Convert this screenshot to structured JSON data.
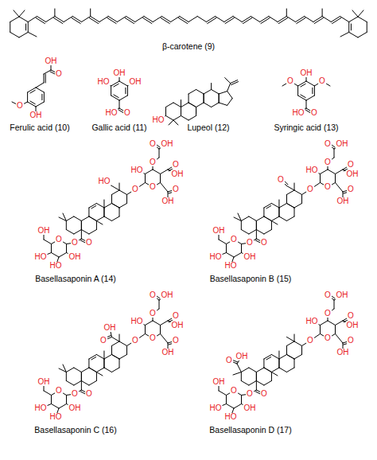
{
  "diagram": {
    "labels": [
      "β-carotene (9)",
      "OH",
      "O",
      "O",
      "OH",
      "Ferulic acid (10)",
      "HO",
      "OH",
      "OH",
      "HO",
      "O",
      "Gallic acid (11)",
      "HO",
      "Lupeol (12)",
      "O",
      "OH",
      "O",
      "HO",
      "O",
      "Syringic acid (13)",
      "O",
      "OH",
      "O",
      "HO",
      "O",
      "OH",
      "O",
      "O",
      "OH",
      "O",
      "HO",
      "O",
      "O",
      "O",
      "OH",
      "HO",
      "HO",
      "OH",
      "Basellasaponin A (14)",
      "O",
      "OH",
      "O",
      "HO",
      "O",
      "OH",
      "O",
      "O",
      "OH",
      "O",
      "O",
      "O",
      "O",
      "O",
      "OH",
      "HO",
      "HO",
      "OH",
      "Basellasaponin B (15)",
      "O",
      "OH",
      "O",
      "HO",
      "O",
      "OH",
      "O",
      "O",
      "OH",
      "O",
      "O",
      "OH",
      "O",
      "O",
      "O",
      "OH",
      "HO",
      "HO",
      "OH",
      "Basellasaponin C (16)",
      "O",
      "OH",
      "O",
      "HO",
      "O",
      "OH",
      "O",
      "O",
      "OH",
      "O",
      "O",
      "OH",
      "O",
      "O",
      "O",
      "OH",
      "HO",
      "HO",
      "OH",
      "Basellasaponin D (17)"
    ]
  }
}
